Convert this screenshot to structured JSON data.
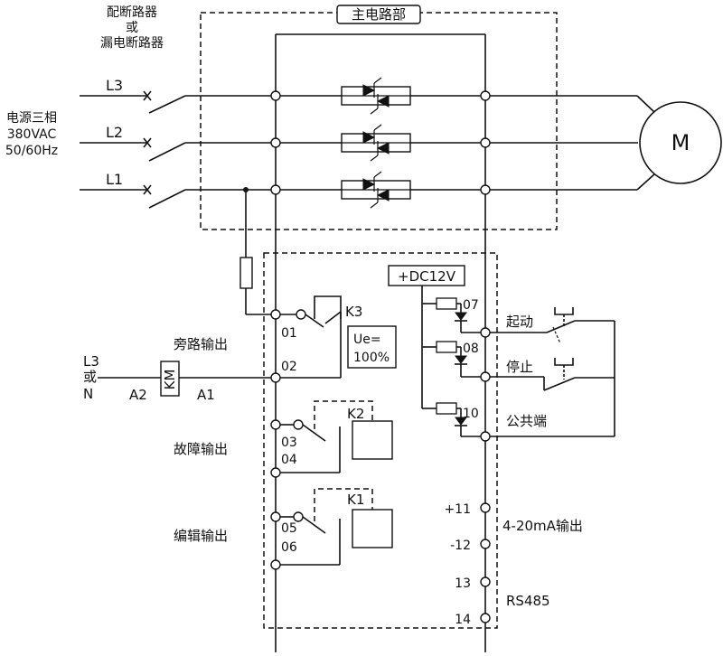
{
  "breaker_label": [
    "配断路器",
    "或",
    "漏电断路器"
  ],
  "power_label": [
    "电源三相",
    "380VAC",
    "50/60Hz"
  ],
  "phase_inputs": [
    "L3",
    "L2",
    "L1"
  ],
  "motor_label": "M",
  "main_circuit_label": "主电路部",
  "dc_label": "+DC12V",
  "ue_label": [
    "Ue=",
    "100%"
  ],
  "bypass_output": {
    "label": "旁路输出",
    "relay": "K3",
    "terminals": [
      "01",
      "02"
    ]
  },
  "fault_output": {
    "label": "故障输出",
    "relay": "K2",
    "terminals": [
      "03",
      "04"
    ]
  },
  "program_output": {
    "label": "编辑输出",
    "relay": "K1",
    "terminals": [
      "05",
      "06"
    ]
  },
  "contactor": {
    "source": [
      "L3",
      "或",
      "N"
    ],
    "label": "KM",
    "a2": "A2",
    "a1": "A1"
  },
  "control_terminals": [
    {
      "num": "07",
      "label": "起动"
    },
    {
      "num": "08",
      "label": "停止"
    },
    {
      "num": "10",
      "label": "公共端"
    }
  ],
  "analog_terminals": {
    "plus": "+11",
    "minus": "-12",
    "label": "4-20mA输出"
  },
  "rs485_terminals": {
    "a": "13",
    "b": "14",
    "label": "RS485"
  }
}
